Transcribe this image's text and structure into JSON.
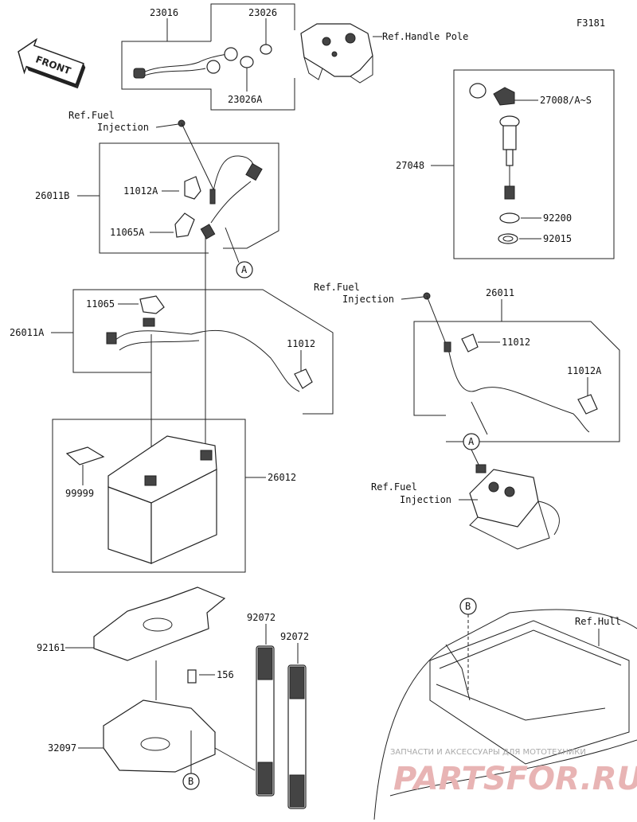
{
  "figure_code": "F3181",
  "front_label": "FRONT",
  "parts": {
    "p23016": "23016",
    "p23026": "23026",
    "p23026A": "23026A",
    "ref_handle_pole": "Ref.Handle Pole",
    "ref_fuel_1a": "Ref.Fuel",
    "ref_fuel_1b": "Injection",
    "p11012A_1": "11012A",
    "p26011B": "26011B",
    "p11065A": "11065A",
    "callout_A_1": "A",
    "p27008": "27008/A~S",
    "p27048": "27048",
    "p92200": "92200",
    "p92015": "92015",
    "p11065": "11065",
    "p26011A": "26011A",
    "p11012_1": "11012",
    "ref_fuel_2a": "Ref.Fuel",
    "ref_fuel_2b": "Injection",
    "p26011": "26011",
    "p11012_2": "11012",
    "p11012A_2": "11012A",
    "callout_A_2": "A",
    "ref_fuel_3a": "Ref.Fuel",
    "ref_fuel_3b": "Injection",
    "p99999": "99999",
    "p26012": "26012",
    "callout_B_1": "B",
    "ref_hull": "Ref.Hull",
    "p92072_1": "92072",
    "p92072_2": "92072",
    "p92161": "92161",
    "p156": "156",
    "p32097": "32097",
    "callout_B_2": "B"
  },
  "watermark": {
    "line1": "ЗАПЧАСТИ И АКСЕССУАРЫ ДЛЯ МОТОТЕХНИКИ",
    "line2": "PARTSFOR.RU"
  }
}
